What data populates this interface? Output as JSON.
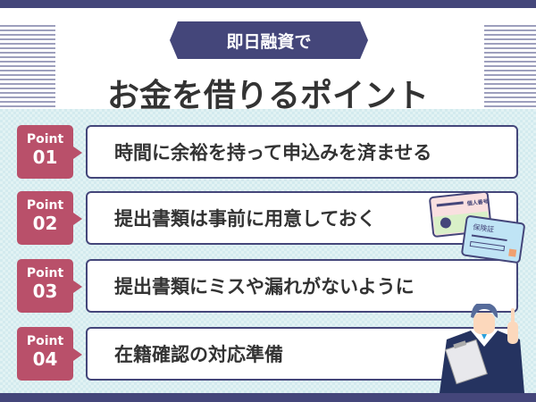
{
  "header": {
    "ribbon": "即日融資で",
    "title": "お金を借りるポイント"
  },
  "points": [
    {
      "label": "Point",
      "num": "01",
      "text": "時間に余裕を持って申込みを済ませる"
    },
    {
      "label": "Point",
      "num": "02",
      "text": "提出書類は事前に用意しておく"
    },
    {
      "label": "Point",
      "num": "03",
      "text": "提出書類にミスや漏れがないように"
    },
    {
      "label": "Point",
      "num": "04",
      "text": "在籍確認の対応準備"
    }
  ],
  "illustration": {
    "card1": "個人番号",
    "card2": "保険証"
  },
  "colors": {
    "navy": "#44467a",
    "badge": "#b9506a",
    "background": "#d3ebee"
  }
}
